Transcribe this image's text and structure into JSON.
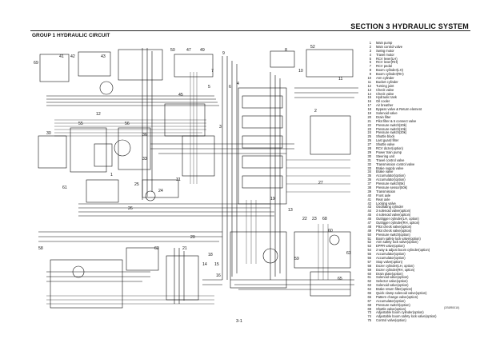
{
  "header": {
    "section_title": "SECTION 3  HYDRAULIC SYSTEM",
    "group_title": "GROUP 1  HYDRAULIC CIRCUIT"
  },
  "footer": {
    "page_number": "3-1",
    "drawing_code": "(3S6R0010)"
  },
  "legend": [
    {
      "num": "1",
      "text": "Main pump"
    },
    {
      "num": "2",
      "text": "Main control valve"
    },
    {
      "num": "3",
      "text": "Swing motor"
    },
    {
      "num": "4",
      "text": "Travel motor"
    },
    {
      "num": "5",
      "text": "RCV lever(LH)"
    },
    {
      "num": "6",
      "text": "RCV lever(RH)"
    },
    {
      "num": "7",
      "text": "RCV pedal"
    },
    {
      "num": "8",
      "text": "Boom cylinder(LH)"
    },
    {
      "num": "9",
      "text": "Boom cylinder(RH)"
    },
    {
      "num": "10",
      "text": "Arm cylinder"
    },
    {
      "num": "11",
      "text": "Bucket cylinder"
    },
    {
      "num": "12",
      "text": "Turning joint"
    },
    {
      "num": "13",
      "text": "Check valve"
    },
    {
      "num": "14",
      "text": "Check valve"
    },
    {
      "num": "15",
      "text": "Hydraulic tank"
    },
    {
      "num": "16",
      "text": "Oil cooler"
    },
    {
      "num": "17",
      "text": "Air breather"
    },
    {
      "num": "18",
      "text": "Bypass valve & Return element"
    },
    {
      "num": "19",
      "text": "Solenoid valve"
    },
    {
      "num": "20",
      "text": "Drain filter"
    },
    {
      "num": "21",
      "text": "Pilot filter & 5 connect valve"
    },
    {
      "num": "22",
      "text": "Pressure switch(20k)"
    },
    {
      "num": "23",
      "text": "Pressure switch(10k)"
    },
    {
      "num": "24",
      "text": "Pressure switch(20k)"
    },
    {
      "num": "25",
      "text": "Shuttle block"
    },
    {
      "num": "26",
      "text": "Last guard filter"
    },
    {
      "num": "27",
      "text": "Shuttle valve"
    },
    {
      "num": "28",
      "text": "RCV dozer(option)"
    },
    {
      "num": "29",
      "text": "Power train pump"
    },
    {
      "num": "30",
      "text": "Steering unit"
    },
    {
      "num": "31",
      "text": "Travel control valve"
    },
    {
      "num": "32",
      "text": "Transmission control valve"
    },
    {
      "num": "33",
      "text": "Brake supply valve"
    },
    {
      "num": "34",
      "text": "Brake valve"
    },
    {
      "num": "35",
      "text": "Accumulator(option)"
    },
    {
      "num": "36",
      "text": "Accumulator(option)"
    },
    {
      "num": "37",
      "text": "Pressure switch(5k)"
    },
    {
      "num": "38",
      "text": "Pressure sensor(50k)"
    },
    {
      "num": "39",
      "text": "Transmission"
    },
    {
      "num": "40",
      "text": "Front axle"
    },
    {
      "num": "41",
      "text": "Rear axle"
    },
    {
      "num": "42",
      "text": "Locking valve"
    },
    {
      "num": "43",
      "text": "Oscillating cylinder"
    },
    {
      "num": "44",
      "text": "3 solenoid valve(option)"
    },
    {
      "num": "45",
      "text": "4 solenoid valve(option)"
    },
    {
      "num": "46",
      "text": "Outrigger cylinder(LH, option)"
    },
    {
      "num": "47",
      "text": "Outrigger cylinder(RH, option)"
    },
    {
      "num": "48",
      "text": "Pilot check valve(option)"
    },
    {
      "num": "49",
      "text": "Pilot check valve(option)"
    },
    {
      "num": "50",
      "text": "Pressure switch(option)"
    },
    {
      "num": "51",
      "text": "Boom safety lock valve(option)"
    },
    {
      "num": "52",
      "text": "Arm safety lock valve(option)"
    },
    {
      "num": "53",
      "text": "EPPR valve(option)"
    },
    {
      "num": "54",
      "text": "2 way & adjust boom cylinder(option)"
    },
    {
      "num": "55",
      "text": "Accumulator(option)"
    },
    {
      "num": "56",
      "text": "Accumulator(option)"
    },
    {
      "num": "57",
      "text": "Stop valve(option)"
    },
    {
      "num": "58",
      "text": "Dozer cylinder(LH, option)"
    },
    {
      "num": "59",
      "text": "Dozer cylinder(RH, option)"
    },
    {
      "num": "60",
      "text": "Drain plate(option)"
    },
    {
      "num": "61",
      "text": "Solenoid valve(option)"
    },
    {
      "num": "62",
      "text": "Selector valve(option)"
    },
    {
      "num": "63",
      "text": "Solenoid valve(option)"
    },
    {
      "num": "64",
      "text": "Brake return filter(option)"
    },
    {
      "num": "65",
      "text": "Quick clamp solenoid valve(option)"
    },
    {
      "num": "66",
      "text": "Pattern change valve(option)"
    },
    {
      "num": "67",
      "text": "Accumulator(option)"
    },
    {
      "num": "68",
      "text": "Pressure switch(option)"
    },
    {
      "num": "69",
      "text": "Shuttle valve(option)"
    },
    {
      "num": "73",
      "text": "Adjustable boom cylinder(option)"
    },
    {
      "num": "74",
      "text": "Adjustable boom safety lock valve(option)"
    },
    {
      "num": "75",
      "text": "Control valve(option)"
    }
  ],
  "diagram_labels": [
    {
      "id": "c1",
      "text": "1"
    },
    {
      "id": "c2",
      "text": "2"
    },
    {
      "id": "c3",
      "text": "3"
    },
    {
      "id": "c4",
      "text": "4"
    },
    {
      "id": "c5",
      "text": "5"
    },
    {
      "id": "c6",
      "text": "6"
    },
    {
      "id": "c7",
      "text": "7"
    },
    {
      "id": "c8",
      "text": "8"
    },
    {
      "id": "c9",
      "text": "9"
    },
    {
      "id": "c10",
      "text": "10"
    },
    {
      "id": "c11",
      "text": "11"
    },
    {
      "id": "c12",
      "text": "12"
    },
    {
      "id": "c13",
      "text": "13"
    },
    {
      "id": "c14",
      "text": "14"
    },
    {
      "id": "c15",
      "text": "15"
    },
    {
      "id": "c16",
      "text": "16"
    },
    {
      "id": "c18",
      "text": "18"
    },
    {
      "id": "c19",
      "text": "19"
    },
    {
      "id": "c20",
      "text": "20"
    },
    {
      "id": "c21",
      "text": "21"
    },
    {
      "id": "c22",
      "text": "22"
    },
    {
      "id": "c23",
      "text": "23"
    },
    {
      "id": "c24",
      "text": "24"
    },
    {
      "id": "c25",
      "text": "25"
    },
    {
      "id": "c26",
      "text": "26"
    },
    {
      "id": "c27",
      "text": "27"
    },
    {
      "id": "c30",
      "text": "30"
    },
    {
      "id": "c31",
      "text": "31"
    },
    {
      "id": "c33",
      "text": "33"
    },
    {
      "id": "c36",
      "text": "36"
    },
    {
      "id": "c41",
      "text": "41"
    },
    {
      "id": "c42",
      "text": "42"
    },
    {
      "id": "c43",
      "text": "43"
    },
    {
      "id": "c45",
      "text": "45"
    },
    {
      "id": "c47",
      "text": "47"
    },
    {
      "id": "c49",
      "text": "49"
    },
    {
      "id": "c50",
      "text": "50"
    },
    {
      "id": "c52",
      "text": "52"
    },
    {
      "id": "c55",
      "text": "55"
    },
    {
      "id": "c56",
      "text": "56"
    },
    {
      "id": "c58",
      "text": "58"
    },
    {
      "id": "c59",
      "text": "59"
    },
    {
      "id": "c60",
      "text": "60"
    },
    {
      "id": "c61",
      "text": "61"
    },
    {
      "id": "c62",
      "text": "62"
    },
    {
      "id": "c63",
      "text": "63"
    },
    {
      "id": "c65",
      "text": "65"
    },
    {
      "id": "c68",
      "text": "68"
    },
    {
      "id": "c69",
      "text": "69"
    }
  ]
}
